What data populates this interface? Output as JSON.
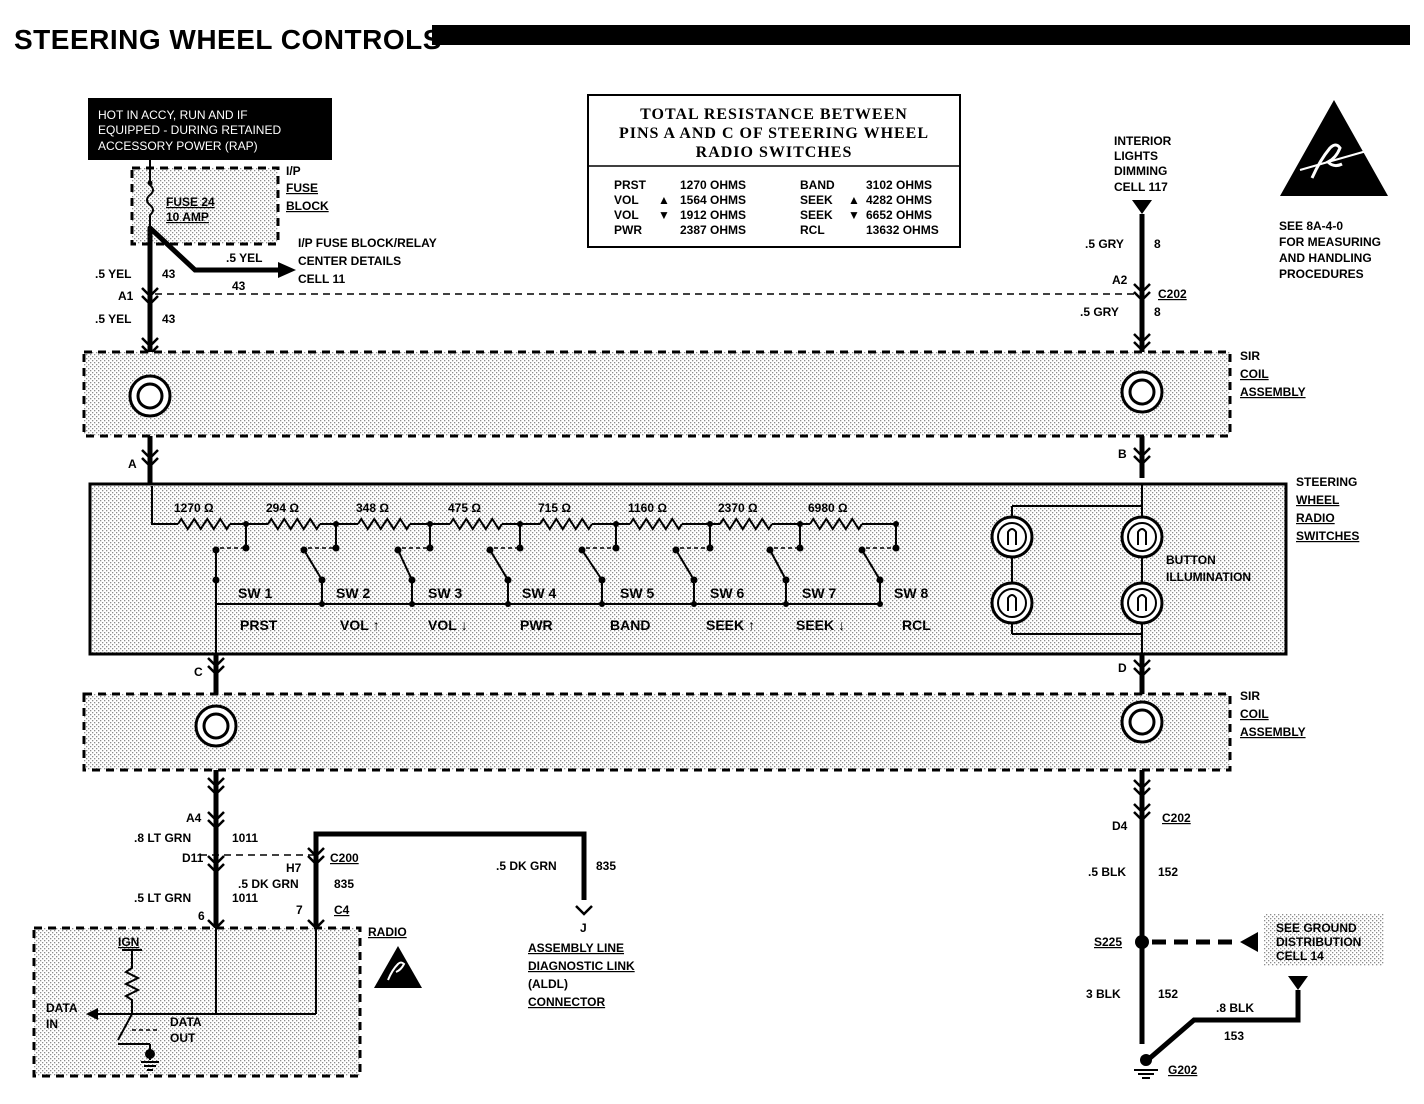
{
  "title": "STEERING WHEEL CONTROLS",
  "hot_note": {
    "line1": "HOT IN ACCY, RUN AND IF",
    "line2": "EQUIPPED - DURING RETAINED",
    "line3": "ACCESSORY POWER (RAP)"
  },
  "fuse": {
    "name": "FUSE 24",
    "rating": "10 AMP"
  },
  "fuse_block": {
    "line1": "I/P",
    "line2": "FUSE",
    "line3": "BLOCK"
  },
  "fuse_detail": {
    "line1": "I/P FUSE BLOCK/RELAY",
    "line2": "CENTER DETAILS",
    "line3": "CELL 11"
  },
  "resistance_table": {
    "title1": "TOTAL RESISTANCE BETWEEN",
    "title2": "PINS A AND C OF STEERING WHEEL",
    "title3": "RADIO SWITCHES",
    "rows": [
      {
        "l_name": "PRST",
        "l_arrow": "",
        "l_value": "1270 OHMS",
        "r_name": "BAND",
        "r_arrow": "",
        "r_value": "3102 OHMS"
      },
      {
        "l_name": "VOL",
        "l_arrow": "▲",
        "l_value": "1564 OHMS",
        "r_name": "SEEK",
        "r_arrow": "▲",
        "r_value": "4282 OHMS"
      },
      {
        "l_name": "VOL",
        "l_arrow": "▼",
        "l_value": "1912 OHMS",
        "r_name": "SEEK",
        "r_arrow": "▼",
        "r_value": "6652 OHMS"
      },
      {
        "l_name": "PWR",
        "l_arrow": "",
        "l_value": "2387 OHMS",
        "r_name": "RCL",
        "r_arrow": "",
        "r_value": "13632 OHMS"
      }
    ]
  },
  "interior_lights": {
    "line1": "INTERIOR",
    "line2": "LIGHTS",
    "line3": "DIMMING",
    "line4": "CELL 117"
  },
  "esd_note": {
    "line1": "SEE 8A-4-0",
    "line2": "FOR MEASURING",
    "line3": "AND HANDLING",
    "line4": "PROCEDURES"
  },
  "wires": {
    "yel_43_a": ".5 YEL",
    "circ_43_a": "43",
    "yel_out": ".5 YEL",
    "jump_43": "43",
    "yel_43_b": ".5 YEL",
    "circ_43_b": "43",
    "gry_8_a": ".5 GRY",
    "circ_8_a": "8",
    "gry_8_b": ".5 GRY",
    "circ_8_b": "8",
    "ltgrn_a": ".8 LT GRN",
    "circ_1011_a": "1011",
    "ltgrn_b": ".5 LT GRN",
    "circ_1011_b": "1011",
    "dkgrn_a": ".5 DK GRN",
    "circ_835_a": "835",
    "dkgrn_b": ".5 DK GRN",
    "circ_835_b": "835",
    "blk_a": ".5 BLK",
    "circ_152_a": "152",
    "blk_b": "3 BLK",
    "circ_152_b": "152",
    "blk_c": ".8 BLK",
    "circ_153": "153"
  },
  "connectors": {
    "a1": "A1",
    "a2": "A2",
    "c202_top": "C202",
    "pin_a": "A",
    "pin_b": "B",
    "pin_c": "C",
    "pin_d": "D",
    "a4": "A4",
    "d4": "D4",
    "c202_bot": "C202",
    "d11": "D11",
    "h7": "H7",
    "c200": "C200",
    "pin6": "6",
    "pin7": "7",
    "c4": "C4",
    "pin_j": "J",
    "s225": "S225",
    "g202": "G202"
  },
  "sir_coil": {
    "line1": "SIR",
    "line2": "COIL",
    "line3": "ASSEMBLY"
  },
  "sw_radio": {
    "line1": "STEERING",
    "line2": "WHEEL",
    "line3": "RADIO",
    "line4": "SWITCHES"
  },
  "resistors": [
    "1270 Ω",
    "294 Ω",
    "348 Ω",
    "475 Ω",
    "715 Ω",
    "1160 Ω",
    "2370 Ω",
    "6980 Ω"
  ],
  "switches": [
    "SW 1",
    "SW 2",
    "SW 3",
    "SW 4",
    "SW 5",
    "SW 6",
    "SW 7",
    "SW 8"
  ],
  "functions": [
    "PRST",
    "VOL",
    "VOL",
    "PWR",
    "BAND",
    "SEEK",
    "SEEK",
    "RCL"
  ],
  "function_arrows": [
    "",
    "↑",
    "↓",
    "",
    "",
    "↑",
    "↓",
    ""
  ],
  "button_illum": {
    "line1": "BUTTON",
    "line2": "ILLUMINATION"
  },
  "radio": {
    "label": "RADIO",
    "ign": "IGN",
    "data_in1": "DATA",
    "data_in2": "IN",
    "data_out1": "DATA",
    "data_out2": "OUT"
  },
  "aldl": {
    "line1": "ASSEMBLY LINE",
    "line2": "DIAGNOSTIC LINK",
    "line3": "(ALDL)",
    "line4": "CONNECTOR"
  },
  "ground_note": {
    "line1": "SEE GROUND",
    "line2": "DISTRIBUTION",
    "line3": "CELL 14"
  }
}
